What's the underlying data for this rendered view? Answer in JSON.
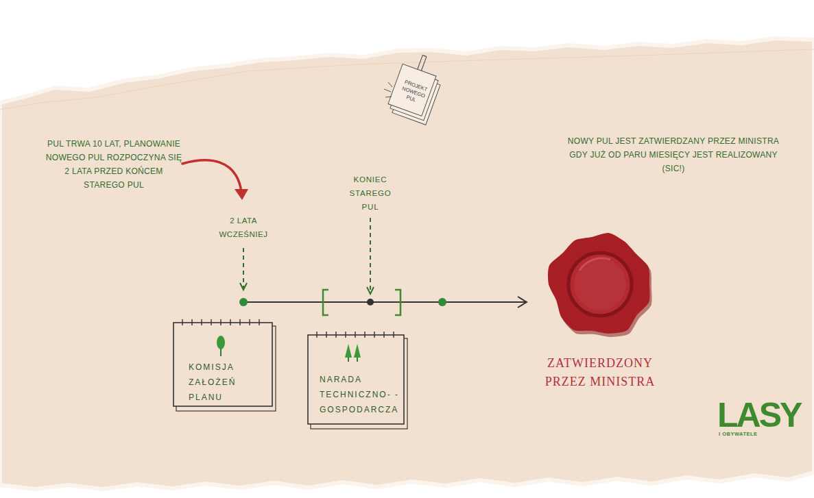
{
  "diagram": {
    "nodes": [
      {
        "text": [
          "KOMISJA ZAŁOŻEŃ PLANU"
        ]
      },
      {
        "text": [
          "NARADA TECHNICZNO- -GOSPODARCZA"
        ]
      },
      {
        "text": [
          "ZATWIERDZONY PRZEZ MINISTRA"
        ]
      }
    ],
    "labels": [
      "PUL TRWA 10 LAT, PLANOWANIE NOWEGO PUL ROZPOCZYNA SIĘ 2 LATA PRZED KOŃCEM STAREGO PUL",
      "2 LATA WCZEŚNIEJ",
      "KONIEC STAREGO PUL",
      "PROJEKT NOWEGO PUL",
      "NOWY PUL JEST ZATWIERDZANY PRZEZ MINISTRA GDY JUŻ OD PARU MIESIĘCY JEST REALIZOWANY (SIC!)",
      "LASY",
      "I OBYWATELE"
    ]
  }
}
